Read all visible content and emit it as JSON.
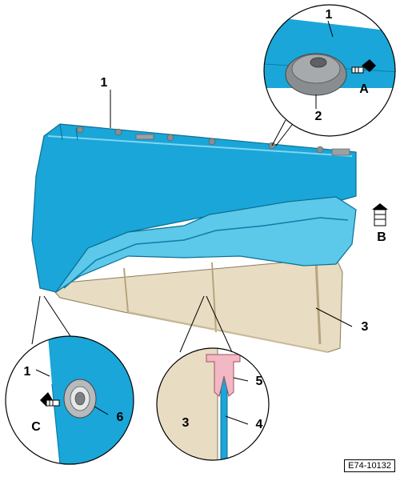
{
  "diagram": {
    "figure_id": "E74-10132",
    "callouts": {
      "c1_top_right": "1",
      "c1_main": "1",
      "c1_detail_left": "1",
      "c2": "2",
      "c3_main": "3",
      "c3_detail": "3",
      "c4": "4",
      "c5": "5",
      "c6": "6",
      "cA": "A",
      "cB": "B",
      "cC": "C"
    },
    "colors": {
      "blue_part": "#1aa6d8",
      "blue_light": "#5cc8ea",
      "blue_dark": "#0b7ea8",
      "backing": "#e8dcc2",
      "backing_dark": "#c9b996",
      "clip": "#f2b8c3",
      "grommet": "#8a8d90"
    }
  }
}
